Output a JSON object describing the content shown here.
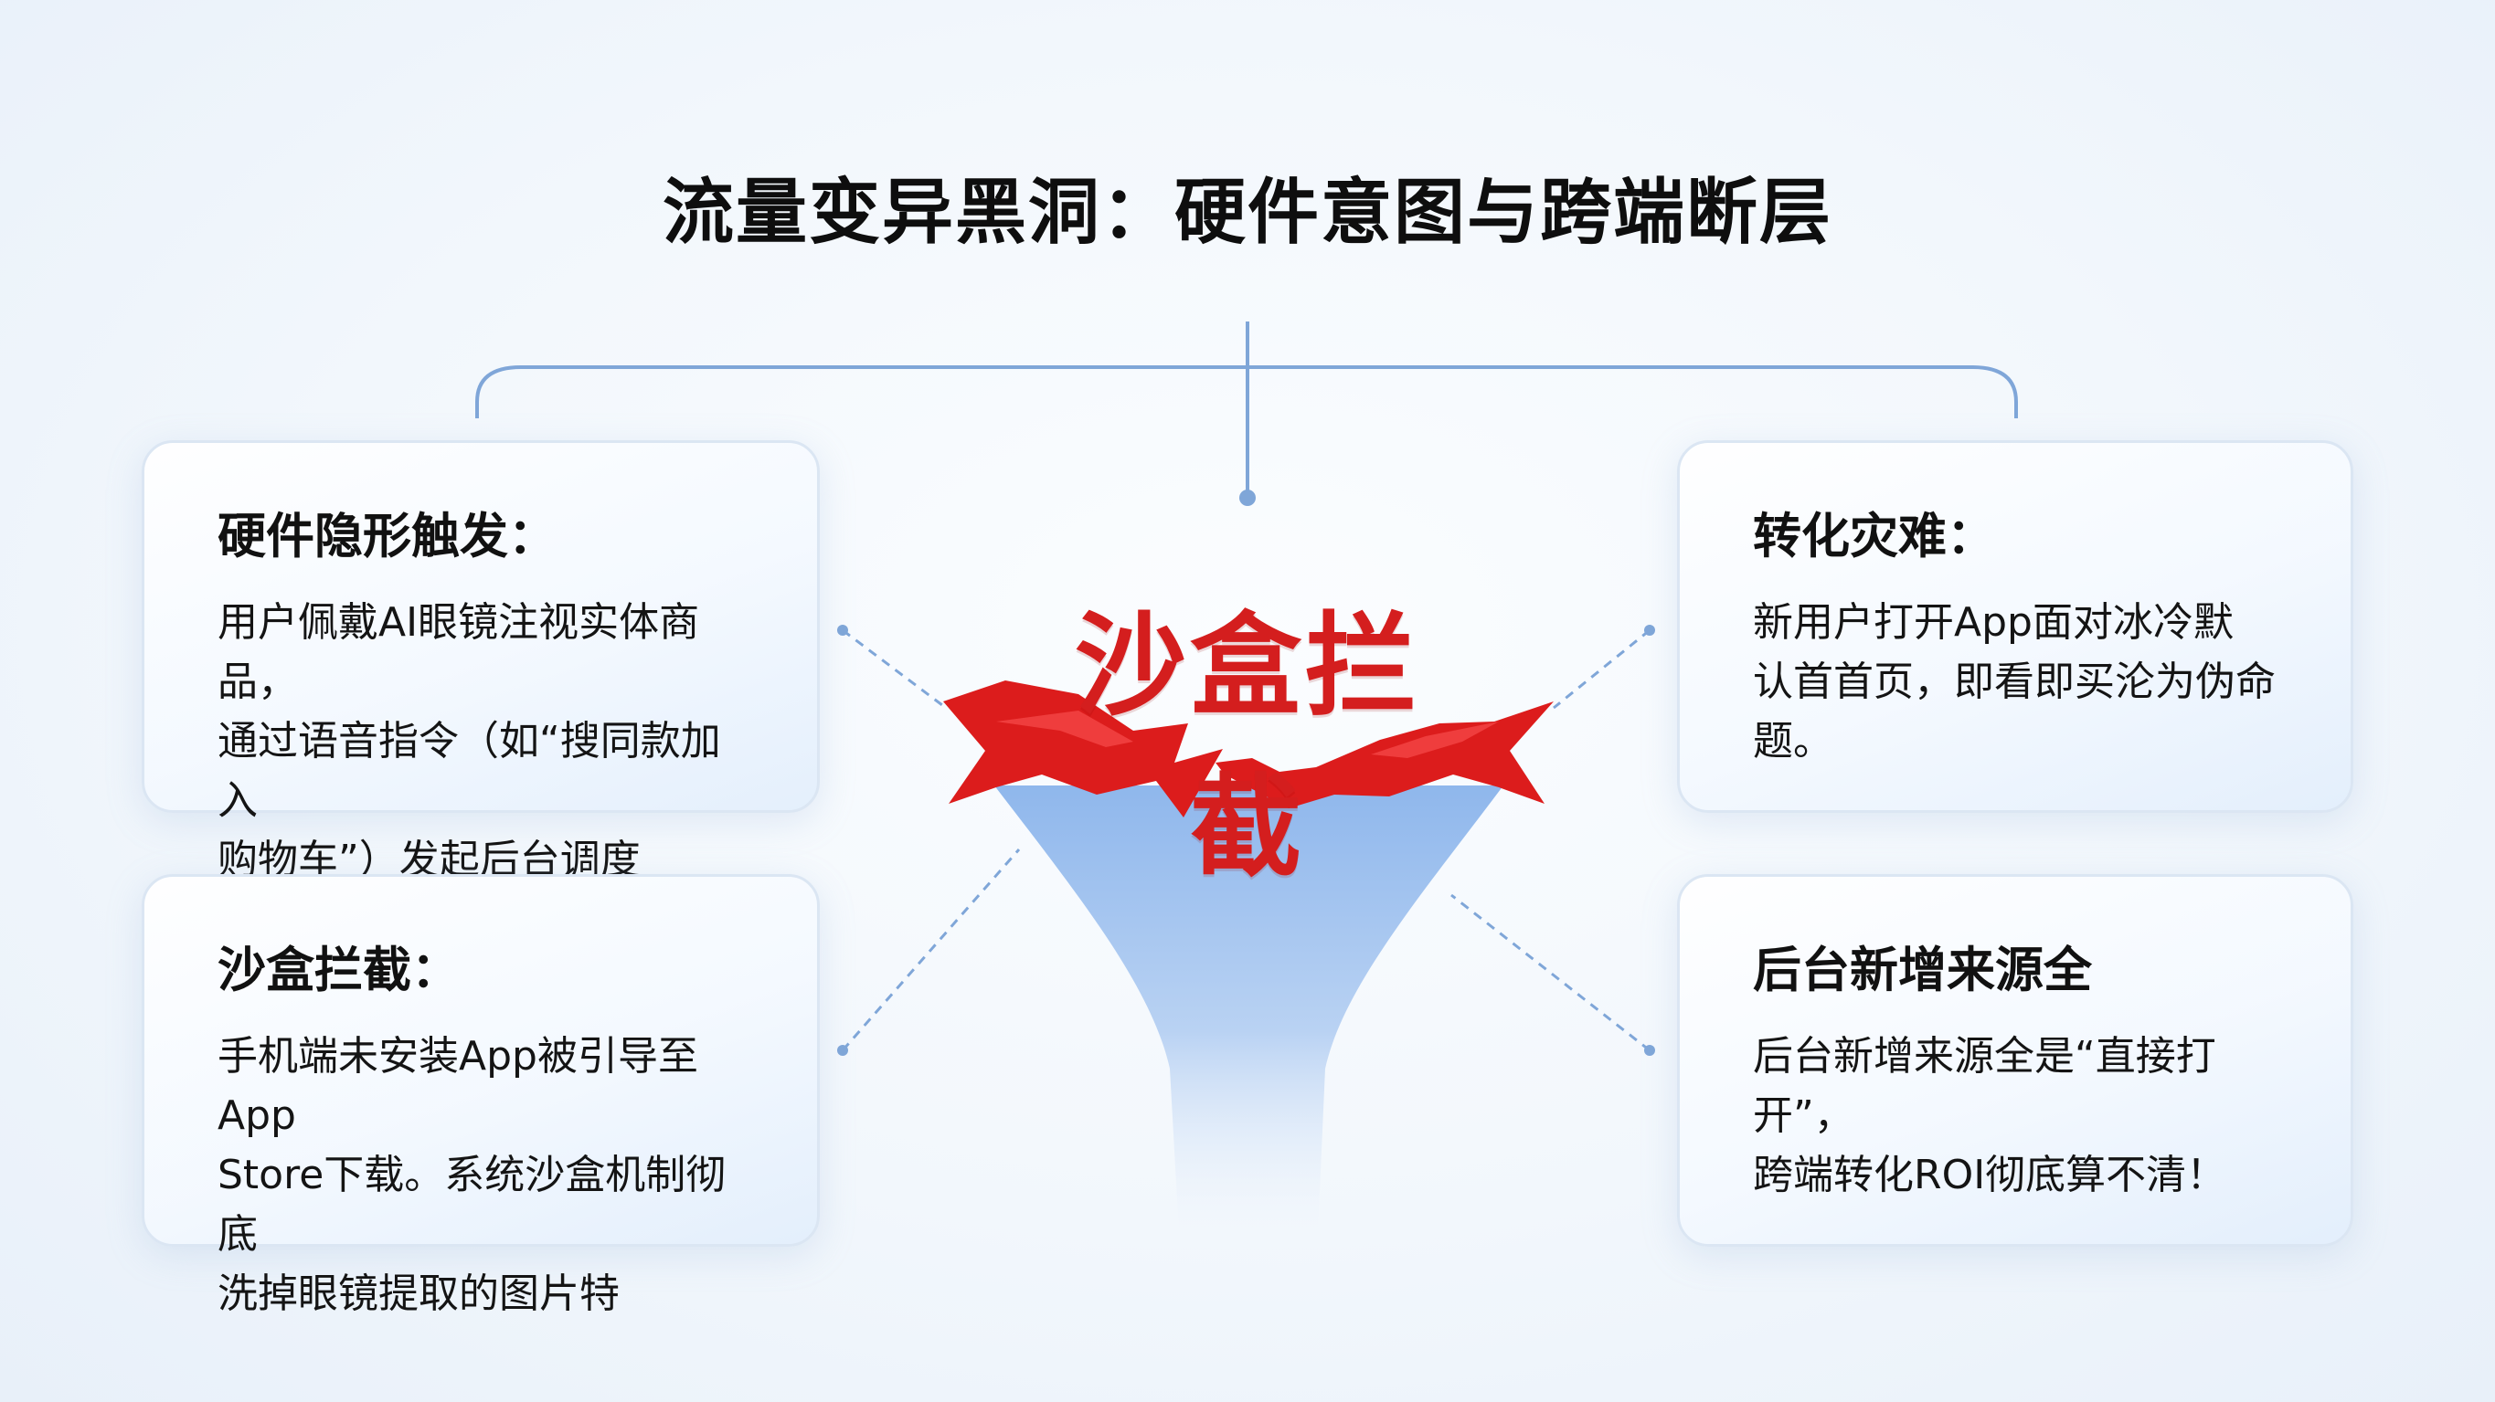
{
  "title": "流量变异黑洞：硬件意图与跨端断层",
  "center": {
    "label": "沙盒拦截"
  },
  "cards": {
    "top_left": {
      "title": "硬件隐形触发：",
      "lines": [
        "用户佩戴AI眼镜注视实体商品，",
        "通过语音指令（如“搜同款加入",
        "购物车”）发起后台调度"
      ]
    },
    "bottom_left": {
      "title": "沙盒拦截：",
      "lines": [
        "手机端未安装App被引导至App",
        "Store下载。系统沙盒机制彻底",
        "洗掉眼镜提取的图片特"
      ]
    },
    "top_right": {
      "title": "转化灾难：",
      "lines": [
        "新用户打开App面对冰冷默",
        "认首首页，即看即买沦为伪命",
        "题。"
      ]
    },
    "bottom_right": {
      "title": "后台新增来源全",
      "lines": [
        "后台新增来源全是“直接打开”，",
        "跨端转化ROI彻底算不清！"
      ]
    }
  },
  "colors": {
    "accent_red": "#d41e1e",
    "connector_blue": "#7fa6d8",
    "funnel_blue": "#9cc0ef"
  }
}
